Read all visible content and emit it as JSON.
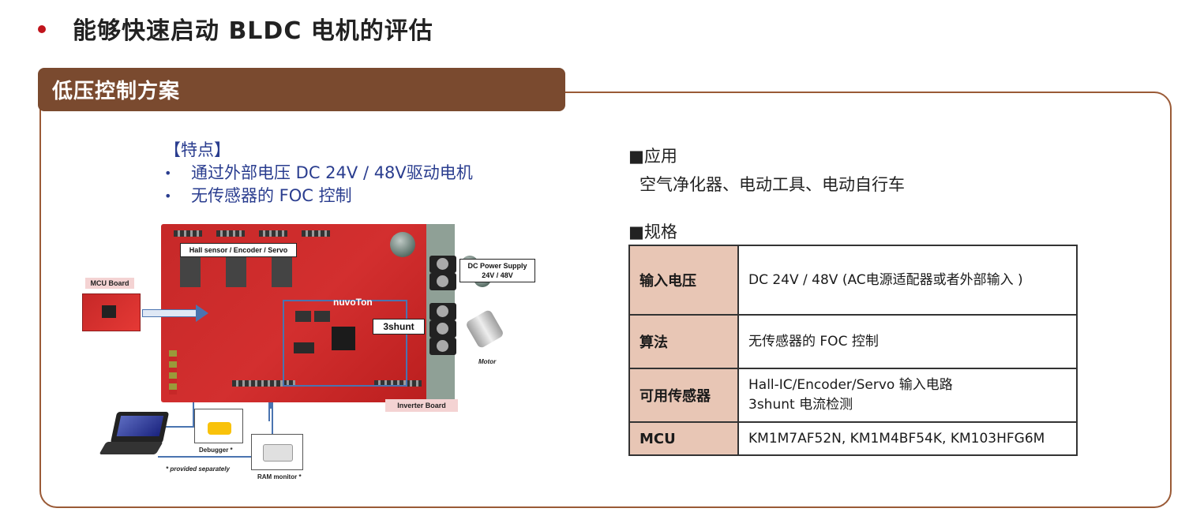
{
  "headline": "能够快速启动 BLDC 电机的评估",
  "panel_title": "低压控制方案",
  "features": {
    "heading": "【特点】",
    "items": [
      "通过外部电压 DC 24V / 48V驱动电机",
      "无传感器的 FOC 控制"
    ]
  },
  "diagram": {
    "hall_label": "Hall sensor / Encoder / Servo",
    "mcu_board": "MCU Board",
    "dc_supply_line1": "DC Power Supply",
    "dc_supply_line2": "24V / 48V",
    "shunt": "3shunt",
    "motor": "Motor",
    "inverter_board": "Inverter Board",
    "debugger": "Debugger *",
    "provided": "* provided  separately",
    "ram_monitor": "RAM monitor *",
    "brand": "nuvoTon"
  },
  "application": {
    "heading": "■应用",
    "body": "空气净化器、电动工具、电动自行车"
  },
  "spec": {
    "heading": "■规格",
    "rows": [
      {
        "key": "输入电压",
        "value": "DC 24V / 48V (AC电源适配器或者外部输入 )"
      },
      {
        "key": "算法",
        "value": "无传感器的 FOC 控制"
      },
      {
        "key": "可用传感器",
        "value_line1": "Hall-IC/Encoder/Servo 输入电路",
        "value_line2": "3shunt 电流检测"
      },
      {
        "key": "MCU",
        "value": "KM1M7AF52N, KM1M4BF54K, KM103HFG6M"
      }
    ]
  },
  "colors": {
    "accent": "#7a4a2f",
    "bullet": "#c0141c",
    "feature_text": "#2a3d8f",
    "table_key_bg": "#e8c6b5"
  }
}
